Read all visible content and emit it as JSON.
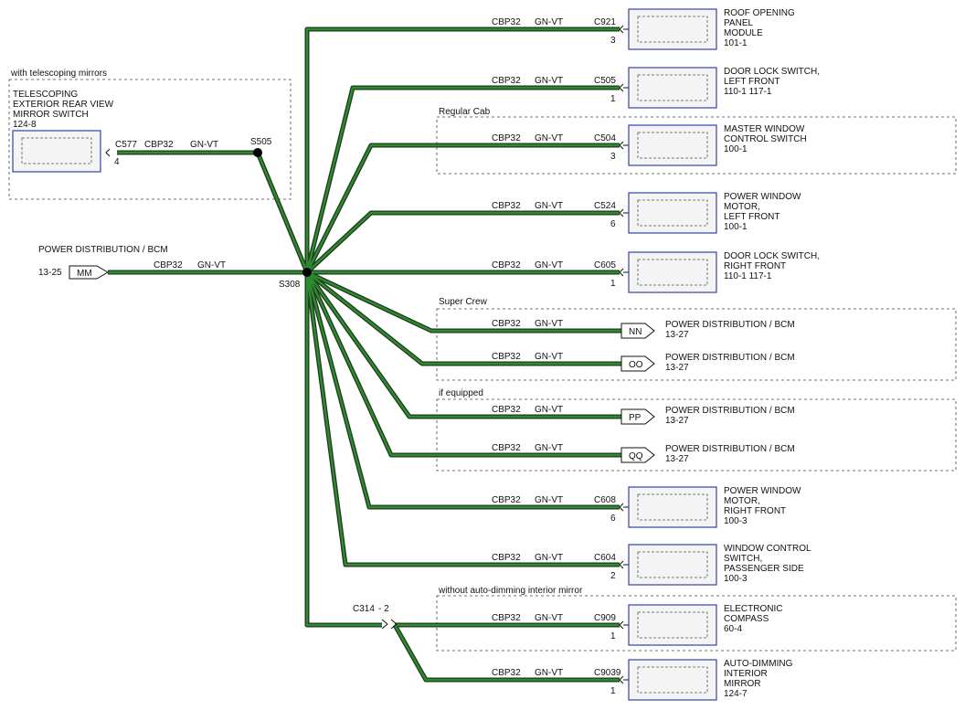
{
  "colors": {
    "wire_fill": "#2f8a2f",
    "wire_outline": "#1e3a1e",
    "component_border": "#3344aa"
  },
  "source": {
    "title": "POWER DISTRIBUTION / BCM",
    "ref": "13-25",
    "flag": "MM",
    "circuit": "CBP32",
    "color": "GN-VT",
    "splice": "S308"
  },
  "telescoping": {
    "group_label": "with telescoping mirrors",
    "name_lines": [
      "TELESCOPING",
      "EXTERIOR REAR VIEW",
      "MIRROR SWITCH",
      "124-8"
    ],
    "connector": "C577",
    "pin": "4",
    "circuit": "CBP32",
    "color": "GN-VT",
    "splice": "S505"
  },
  "branches": [
    {
      "circuit": "CBP32",
      "color": "GN-VT",
      "connector": "C921",
      "pin": "3",
      "name_lines": [
        "ROOF OPENING",
        "PANEL",
        "MODULE",
        "101-1"
      ]
    },
    {
      "circuit": "CBP32",
      "color": "GN-VT",
      "connector": "C505",
      "pin": "1",
      "name_lines": [
        "DOOR LOCK SWITCH,",
        "LEFT FRONT",
        "110-1     117-1"
      ]
    },
    {
      "circuit": "CBP32",
      "color": "GN-VT",
      "connector": "C504",
      "pin": "3",
      "name_lines": [
        "MASTER WINDOW",
        "CONTROL SWITCH",
        "100-1"
      ]
    },
    {
      "circuit": "CBP32",
      "color": "GN-VT",
      "connector": "C524",
      "pin": "6",
      "name_lines": [
        "POWER WINDOW",
        "MOTOR,",
        "LEFT FRONT",
        "100-1"
      ]
    },
    {
      "circuit": "CBP32",
      "color": "GN-VT",
      "connector": "C605",
      "pin": "1",
      "name_lines": [
        "DOOR LOCK SWITCH,",
        "RIGHT FRONT",
        "110-1     117-1"
      ]
    },
    {
      "circuit": "CBP32",
      "color": "GN-VT",
      "flag": "NN",
      "name_lines": [
        "POWER DISTRIBUTION / BCM",
        "13-27"
      ]
    },
    {
      "circuit": "CBP32",
      "color": "GN-VT",
      "flag": "OO",
      "name_lines": [
        "POWER DISTRIBUTION / BCM",
        "13-27"
      ]
    },
    {
      "circuit": "CBP32",
      "color": "GN-VT",
      "flag": "PP",
      "name_lines": [
        "POWER DISTRIBUTION / BCM",
        "13-27"
      ]
    },
    {
      "circuit": "CBP32",
      "color": "GN-VT",
      "flag": "QQ",
      "name_lines": [
        "POWER DISTRIBUTION / BCM",
        "13-27"
      ]
    },
    {
      "circuit": "CBP32",
      "color": "GN-VT",
      "connector": "C608",
      "pin": "6",
      "name_lines": [
        "POWER WINDOW",
        "MOTOR,",
        "RIGHT FRONT",
        "100-3"
      ]
    },
    {
      "circuit": "CBP32",
      "color": "GN-VT",
      "connector": "C604",
      "pin": "2",
      "name_lines": [
        "WINDOW CONTROL",
        "SWITCH,",
        "PASSENGER SIDE",
        "100-3"
      ]
    },
    {
      "circuit": "CBP32",
      "color": "GN-VT",
      "connector": "C909",
      "pin": "1",
      "name_lines": [
        "ELECTRONIC",
        "COMPASS",
        "60-4"
      ]
    },
    {
      "circuit": "CBP32",
      "color": "GN-VT",
      "connector": "C9039",
      "pin": "1",
      "name_lines": [
        "AUTO-DIMMING",
        "INTERIOR",
        "MIRROR",
        "124-7"
      ]
    }
  ],
  "groups": {
    "regular_cab": "Regular Cab",
    "super_crew": "Super Crew",
    "if_equipped": "if equipped",
    "without_auto_dimming": "without auto-dimming interior mirror"
  },
  "inline_connector": {
    "label": "C314",
    "pin": "- 2"
  }
}
